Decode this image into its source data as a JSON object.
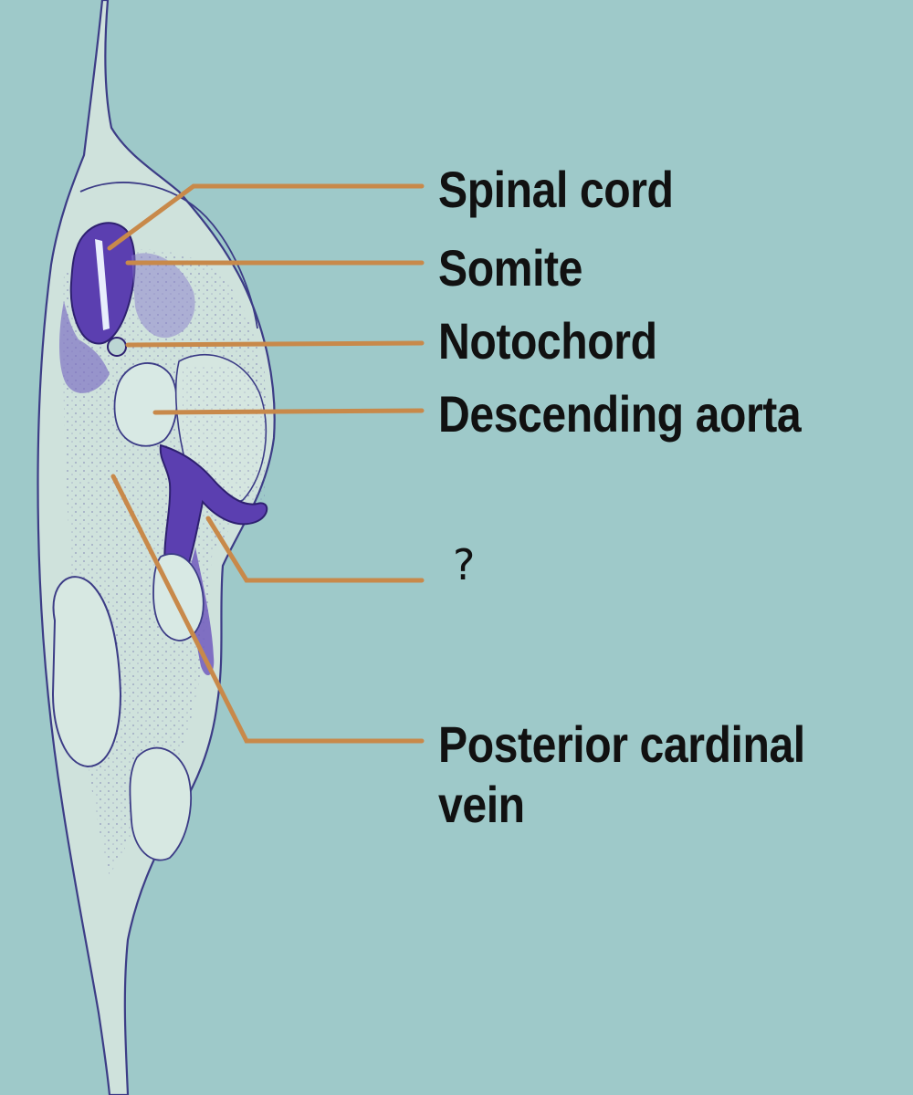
{
  "diagram": {
    "background": "#9ec9c9",
    "leader_color": "#c8894a",
    "tissue_color": "#cfe2dc",
    "stain_color": "#5b3fb0",
    "labels": [
      {
        "id": "spinal-cord",
        "text": "Spinal cord"
      },
      {
        "id": "somite",
        "text": "Somite"
      },
      {
        "id": "notochord",
        "text": "Notochord"
      },
      {
        "id": "descending-aorta",
        "text": "Descending aorta"
      },
      {
        "id": "unknown",
        "text": "?"
      },
      {
        "id": "posterior-cardinal-vein-1",
        "text": "Posterior cardinal"
      },
      {
        "id": "posterior-cardinal-vein-2",
        "text": "vein"
      }
    ]
  }
}
